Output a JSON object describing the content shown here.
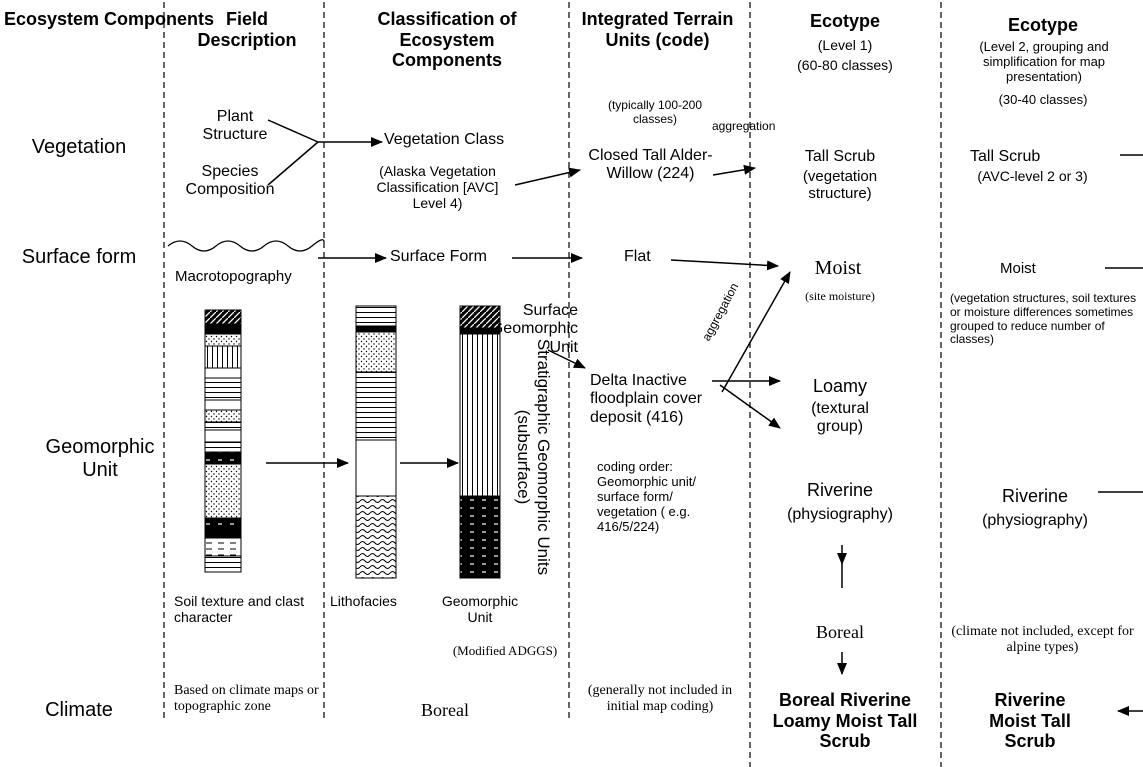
{
  "headers": {
    "ecosystem_components": "Ecosystem Components",
    "field_description": "Field Description",
    "classification": "Classification of Ecosystem Components",
    "itu": "Integrated Terrain Units (code)",
    "itu_note": "(typically 100-200 classes)",
    "ecotype1": "Ecotype",
    "ecotype1_level": "(Level 1)",
    "ecotype1_classes": "(60-80 classes)",
    "ecotype2": "Ecotype",
    "ecotype2_note": "(Level 2, grouping and simplification for map presentation)",
    "ecotype2_classes": "(30-40 classes)"
  },
  "rows": {
    "vegetation": "Vegetation",
    "surface_form": "Surface form",
    "geomorphic_unit": "Geomorphic Unit",
    "climate": "Climate"
  },
  "vegetation": {
    "plant_structure": "Plant Structure",
    "species_composition": "Species Composition",
    "vegetation_class": "Vegetation Class",
    "avc": "(Alaska Vegetation Classification [AVC] Level 4)",
    "aggregation": "aggregation",
    "closed_tall": "Closed Tall Alder-Willow (224)",
    "tall_scrub": "Tall Scrub",
    "veg_structure": "(vegetation structure)",
    "tall_scrub2": "Tall Scrub",
    "avc_level": "(AVC-level 2 or 3)"
  },
  "surface": {
    "macrotopography": "Macrotopography",
    "surface_form": "Surface Form",
    "flat": "Flat",
    "moist": "Moist",
    "site_moisture": "(site moisture)",
    "moist2": "Moist",
    "moist_note": "(vegetation structures, soil textures or moisture differences sometimes grouped to reduce number of classes)",
    "aggregation": "aggregation"
  },
  "geomorphic": {
    "surface_geomorphic_unit": "Surface Geomorphic Unit",
    "stratigraphic": "Stratigraphic Geomorphic Units (subsurface)",
    "delta": "Delta Inactive floodplain cover deposit (416)",
    "loamy": "Loamy",
    "textural_group": "(textural group)",
    "coding_order": "coding order: Geomorphic unit/ surface form/ vegetation ( e.g. 416/5/224)",
    "riverine": "Riverine",
    "physiography": "(physiography)",
    "riverine2": "Riverine",
    "physiography2": "(physiography)",
    "soil_texture": "Soil texture and clast character",
    "lithofacies": "Lithofacies",
    "geomorphic_unit_label": "Geomorphic Unit",
    "modified_adggs": "(Modified ADGGS)"
  },
  "climate": {
    "based_on": "Based on climate maps or topographic zone",
    "boreal_class": "Boreal",
    "generally_not": "(generally not included in initial map coding)",
    "boreal_eco": "Boreal",
    "climate_not_included": "(climate not included, except for alpine types)",
    "final_ecotype1": "Boreal Riverine Loamy Moist Tall Scrub",
    "final_ecotype2": "Riverine Moist Tall Scrub"
  }
}
